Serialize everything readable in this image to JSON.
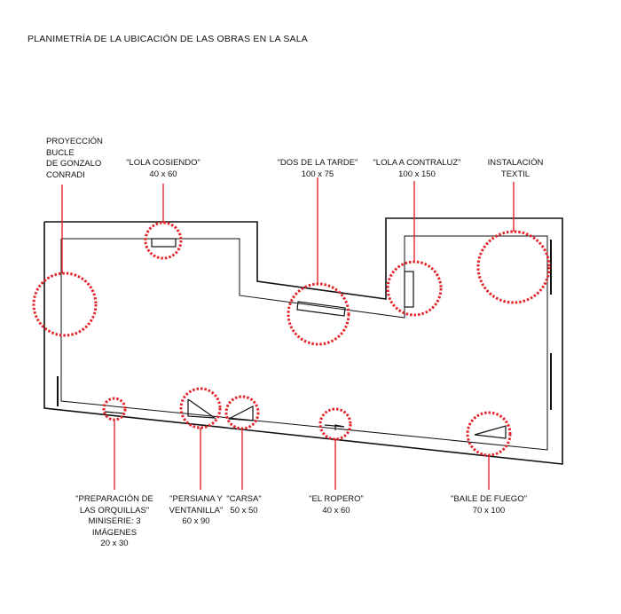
{
  "title": "PLANIMETRÍA DE LA UBICACIÓN DE LAS OBRAS EN LA SALA",
  "marker_color": "#e2242b",
  "line_color": "#111111",
  "works": [
    {
      "id": "proyeccion",
      "name_lines": [
        "PROYECCIÓN",
        "BUCLE",
        "DE GONZALO",
        "CONRADI"
      ],
      "size": ""
    },
    {
      "id": "lola-cosiendo",
      "name_lines": [
        "\"LOLA COSIENDO\""
      ],
      "size": "40 x 60"
    },
    {
      "id": "dos-de-la-tarde",
      "name_lines": [
        "\"DOS DE LA TARDE\""
      ],
      "size": "100 x 75"
    },
    {
      "id": "lola-a-contraluz",
      "name_lines": [
        "\"LOLA A CONTRALUZ\""
      ],
      "size": "100 x 150"
    },
    {
      "id": "instalacion-textil",
      "name_lines": [
        "INSTALACIÓN",
        "TEXTIL"
      ],
      "size": ""
    },
    {
      "id": "preparacion",
      "name_lines": [
        "\"PREPARACIÓN DE",
        "LAS ORQUILLAS\"",
        "MINISERIE: 3",
        "IMÁGENES"
      ],
      "size": "20 x 30"
    },
    {
      "id": "persiana",
      "name_lines": [
        "\"PERSIANA Y",
        "VENTANILLA\""
      ],
      "size": "60 x 90"
    },
    {
      "id": "carsa",
      "name_lines": [
        "\"CARSA\""
      ],
      "size": "50 x 50"
    },
    {
      "id": "el-ropero",
      "name_lines": [
        "\"EL ROPERO\""
      ],
      "size": "40 x 60"
    },
    {
      "id": "baile-de-fuego",
      "name_lines": [
        "\"BAILE DE FUEGO\""
      ],
      "size": "70 x 100"
    }
  ]
}
